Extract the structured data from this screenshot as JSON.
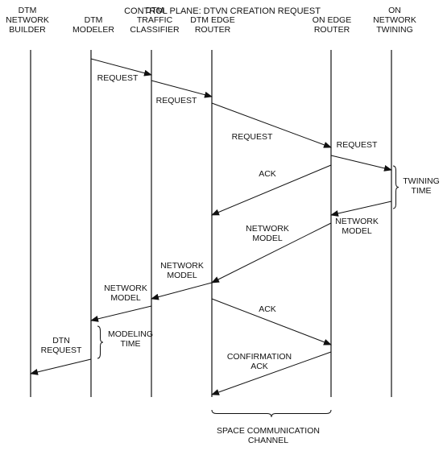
{
  "title": "CONTROL PLANE: DTVN CREATION REQUEST",
  "participants": [
    {
      "id": "p1",
      "lines": [
        "DTM",
        "NETWORK",
        "BUILDER"
      ]
    },
    {
      "id": "p2",
      "lines": [
        "DTM",
        "MODELER"
      ]
    },
    {
      "id": "p3",
      "lines": [
        "DTM",
        "TRAFFIC",
        "CLASSIFIER"
      ]
    },
    {
      "id": "p4",
      "lines": [
        "DTM EDGE",
        "ROUTER"
      ]
    },
    {
      "id": "p5",
      "lines": [
        "ON EDGE",
        "ROUTER"
      ]
    },
    {
      "id": "p6",
      "lines": [
        "ON",
        "NETWORK",
        "TWINING"
      ]
    }
  ],
  "messages": [
    {
      "id": "m1",
      "from": "p2",
      "to": "p3",
      "lines": [
        "REQUEST"
      ]
    },
    {
      "id": "m2",
      "from": "p3",
      "to": "p4",
      "lines": [
        "REQUEST"
      ]
    },
    {
      "id": "m3",
      "from": "p4",
      "to": "p5",
      "lines": [
        "REQUEST"
      ]
    },
    {
      "id": "m4",
      "from": "p5",
      "to": "p6",
      "lines": [
        "REQUEST"
      ]
    },
    {
      "id": "m5",
      "from": "p5",
      "to": "p4",
      "lines": [
        "ACK"
      ]
    },
    {
      "id": "m6",
      "from": "p6",
      "to": "p5",
      "lines": [
        "NETWORK",
        "MODEL"
      ]
    },
    {
      "id": "m7",
      "from": "p5",
      "to": "p4",
      "lines": [
        "NETWORK",
        "MODEL"
      ]
    },
    {
      "id": "m8",
      "from": "p4",
      "to": "p3",
      "lines": [
        "NETWORK",
        "MODEL"
      ]
    },
    {
      "id": "m9",
      "from": "p3",
      "to": "p2",
      "lines": [
        "NETWORK",
        "MODEL"
      ]
    },
    {
      "id": "m10",
      "from": "p4",
      "to": "p5",
      "lines": [
        "ACK"
      ]
    },
    {
      "id": "m11",
      "from": "p2",
      "to": "p1",
      "lines": [
        "DTN",
        "REQUEST"
      ]
    },
    {
      "id": "m12",
      "from": "p5",
      "to": "p4",
      "lines": [
        "CONFIRMATION",
        "ACK"
      ]
    }
  ],
  "intervals": [
    {
      "id": "twining",
      "lines": [
        "TWINING",
        "TIME"
      ]
    },
    {
      "id": "modeling",
      "lines": [
        "MODELING",
        "TIME"
      ]
    },
    {
      "id": "space",
      "lines": [
        "SPACE COMMUNICATION",
        "CHANNEL"
      ]
    }
  ]
}
